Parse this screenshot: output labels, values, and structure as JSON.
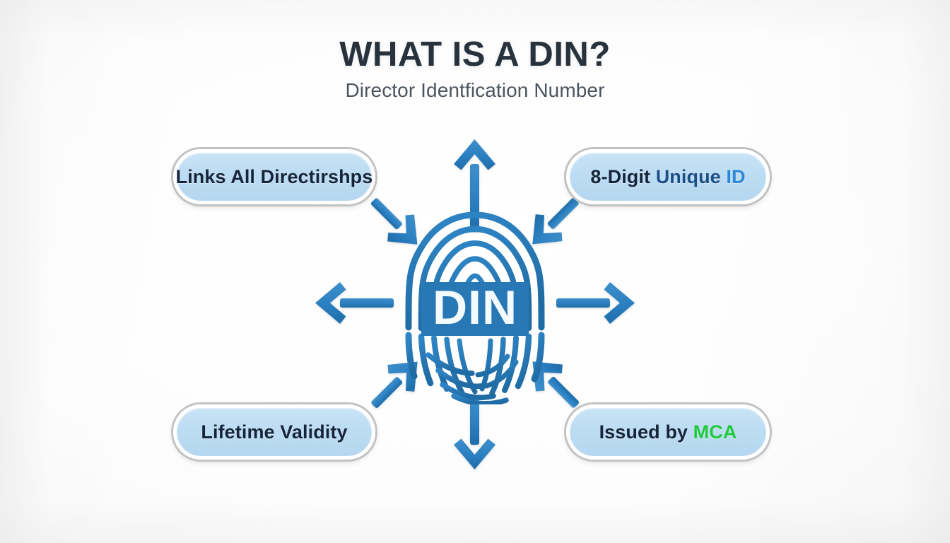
{
  "header": {
    "title": "WHAT IS A DIN?",
    "subtitle": "Director Identfication Number"
  },
  "center": {
    "icon": "fingerprint-icon",
    "label": "DIN"
  },
  "pills": {
    "top_left": {
      "id": "links-all-directorships",
      "text": "Links All Directirshps"
    },
    "top_right": {
      "id": "eight-digit-unique-id",
      "part1": "8-Digit ",
      "part2": "Unique ",
      "part3": "ID"
    },
    "bottom_left": {
      "id": "lifetime-validity",
      "text": "Lifetime Validity"
    },
    "bottom_right": {
      "id": "issued-by-mca",
      "part1": "Issued by ",
      "part2": "MCA"
    }
  },
  "arrows": [
    {
      "name": "arrow-up",
      "direction": "up"
    },
    {
      "name": "arrow-down",
      "direction": "down"
    },
    {
      "name": "arrow-left",
      "direction": "left"
    },
    {
      "name": "arrow-right",
      "direction": "right"
    },
    {
      "name": "arrow-top-left",
      "direction": "down-right"
    },
    {
      "name": "arrow-top-right",
      "direction": "down-left"
    },
    {
      "name": "arrow-bottom-left",
      "direction": "up-right"
    },
    {
      "name": "arrow-bottom-right",
      "direction": "up-left"
    }
  ],
  "colors": {
    "background": "#fbfbfb",
    "title_text": "#28323c",
    "subtitle_text": "#4b5560",
    "pill_fill": "#bcdcf2",
    "pill_border": "#c2c2c2",
    "pill_text": "#17253a",
    "arrow_blue": "#2b7fc0",
    "fingerprint_blue": "#2878b5",
    "accent_blue": "#2b87d8",
    "accent_navy": "#1d4f87",
    "accent_green": "#1fc93c"
  }
}
